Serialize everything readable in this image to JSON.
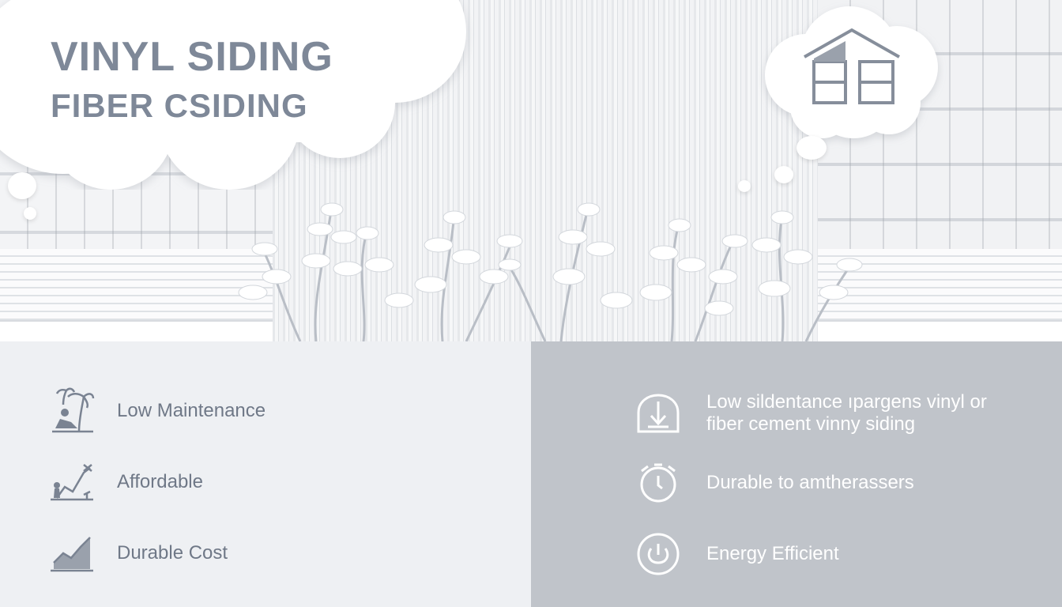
{
  "header": {
    "title_line1": "VINYL SIDING",
    "title_line2": "FIBER CSIDING"
  },
  "left_features": [
    {
      "label": "Low Maintenance",
      "icon": "palm-tree-relax-icon"
    },
    {
      "label": "Affordable",
      "icon": "rising-chart-icon"
    },
    {
      "label": "Durable Cost",
      "icon": "area-chart-icon"
    }
  ],
  "right_features": [
    {
      "label": "Low sildentance ıpargens vinyl or fiber cement vinny siding",
      "icon": "download-box-icon"
    },
    {
      "label": "Durable to amtherassers",
      "icon": "stopwatch-icon"
    },
    {
      "label": "Energy Efficient",
      "icon": "power-circle-icon"
    }
  ],
  "colors": {
    "title": "#7e8898",
    "left_panel": "#eef0f3",
    "right_panel": "#c0c4ca",
    "right_text": "#ffffff"
  }
}
